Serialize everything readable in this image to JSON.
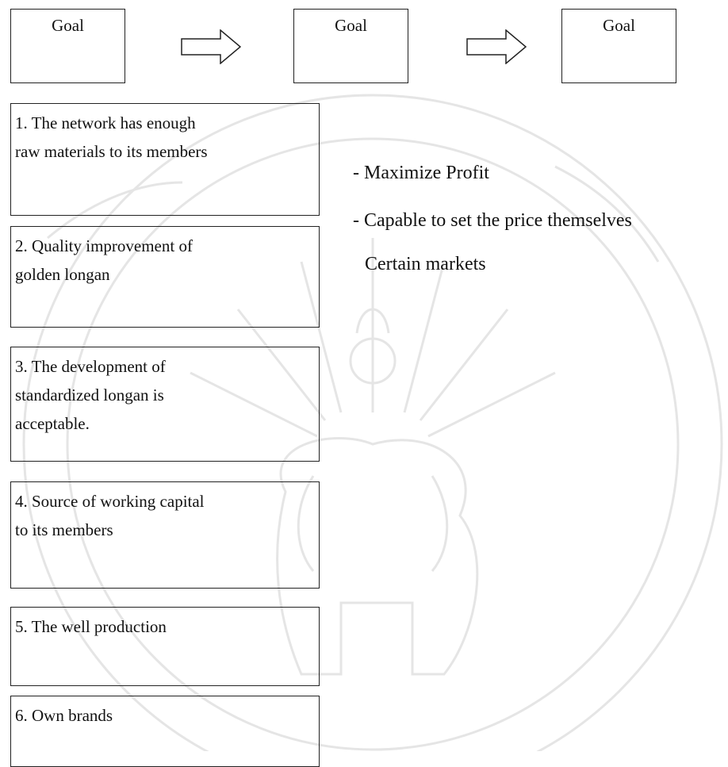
{
  "goals": [
    {
      "label": "Goal"
    },
    {
      "label": "Goal"
    },
    {
      "label": "Goal"
    }
  ],
  "steps": [
    {
      "text": "1. The network has enough\nraw materials to its members"
    },
    {
      "text": "2. Quality improvement of\ngolden longan"
    },
    {
      "text": "3. The development of\nstandardized  longan  is\nacceptable."
    },
    {
      "text": "4. Source of working capital\nto its members"
    },
    {
      "text": "5. The well production"
    },
    {
      "text": "6. Own brands"
    }
  ],
  "outcomes": [
    {
      "text": "- Maximize Profit"
    },
    {
      "text": "- Capable to set the price themselves"
    },
    {
      "text": "Certain markets"
    }
  ],
  "watermark": {
    "color": "#e6e6e6",
    "icons": [
      "university-seal-icon"
    ]
  }
}
